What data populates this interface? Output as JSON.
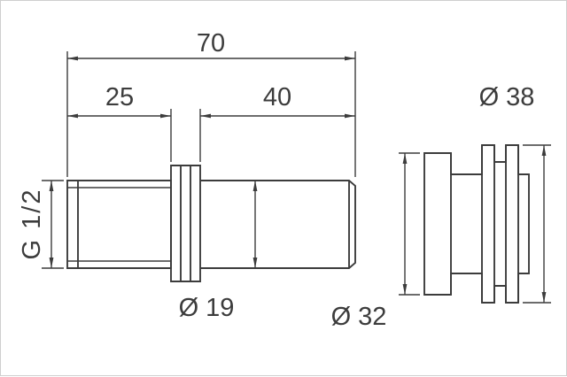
{
  "drawing": {
    "background": "#ffffff",
    "line_color": "#3c3c3c",
    "dimensions": {
      "overall_length": "70",
      "thread_length": "25",
      "shaft_length": "40",
      "thread_size": "G 1/2",
      "shaft_diameter": "Ø 19",
      "outer_diameter": "Ø 38",
      "flange_diameter": "Ø 32"
    }
  }
}
